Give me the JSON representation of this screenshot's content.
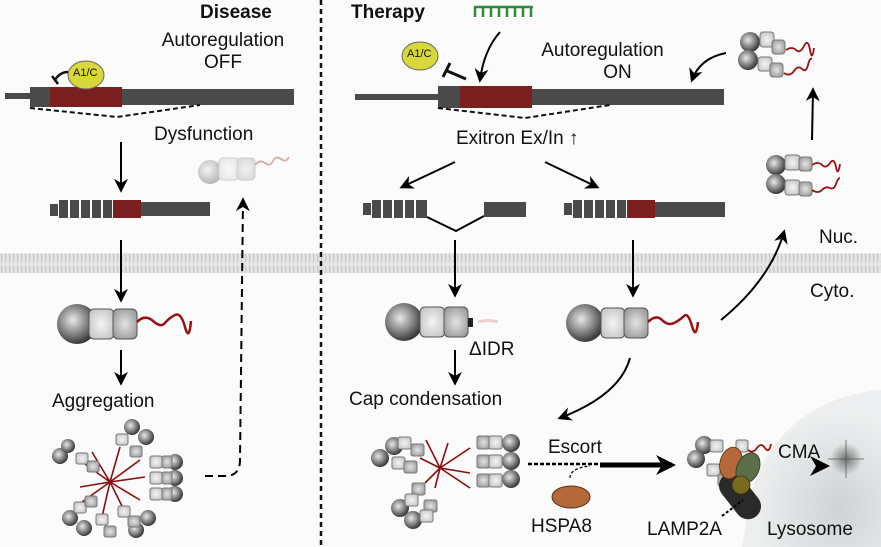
{
  "panels": {
    "disease": {
      "title": "Disease",
      "autoregulation": "Autoregulation",
      "autoregulation_state": "OFF",
      "dysfunction": "Dysfunction",
      "aggregation": "Aggregation",
      "repressor_label": "A1/C"
    },
    "therapy": {
      "title": "Therapy",
      "autoregulation": "Autoregulation",
      "autoregulation_state": "ON",
      "exitron": "Exitron Ex/In ↑",
      "repressor_label": "A1/C",
      "delta_idr": "ΔIDR",
      "cap_condensation": "Cap condensation",
      "escort": "Escort",
      "hspa8": "HSPA8",
      "lamp2a": "LAMP2A",
      "lysosome": "Lysosome",
      "cma": "CMA"
    }
  },
  "compartments": {
    "nucleus": "Nuc.",
    "cytoplasm": "Cyto."
  },
  "colors": {
    "exon_gray": "#4a4a4a",
    "exitron_red": "#7a1f1f",
    "idr_red": "#9b1010",
    "aso_green": "#2e8b3a",
    "a1c_yellow": "#d8d83a",
    "hspa8_brown": "#b5683a",
    "lamp2a_green": "#5a6e4a",
    "lamp2a_olive": "#7a6a1e",
    "lysosome_gray": "#dcdedf"
  }
}
